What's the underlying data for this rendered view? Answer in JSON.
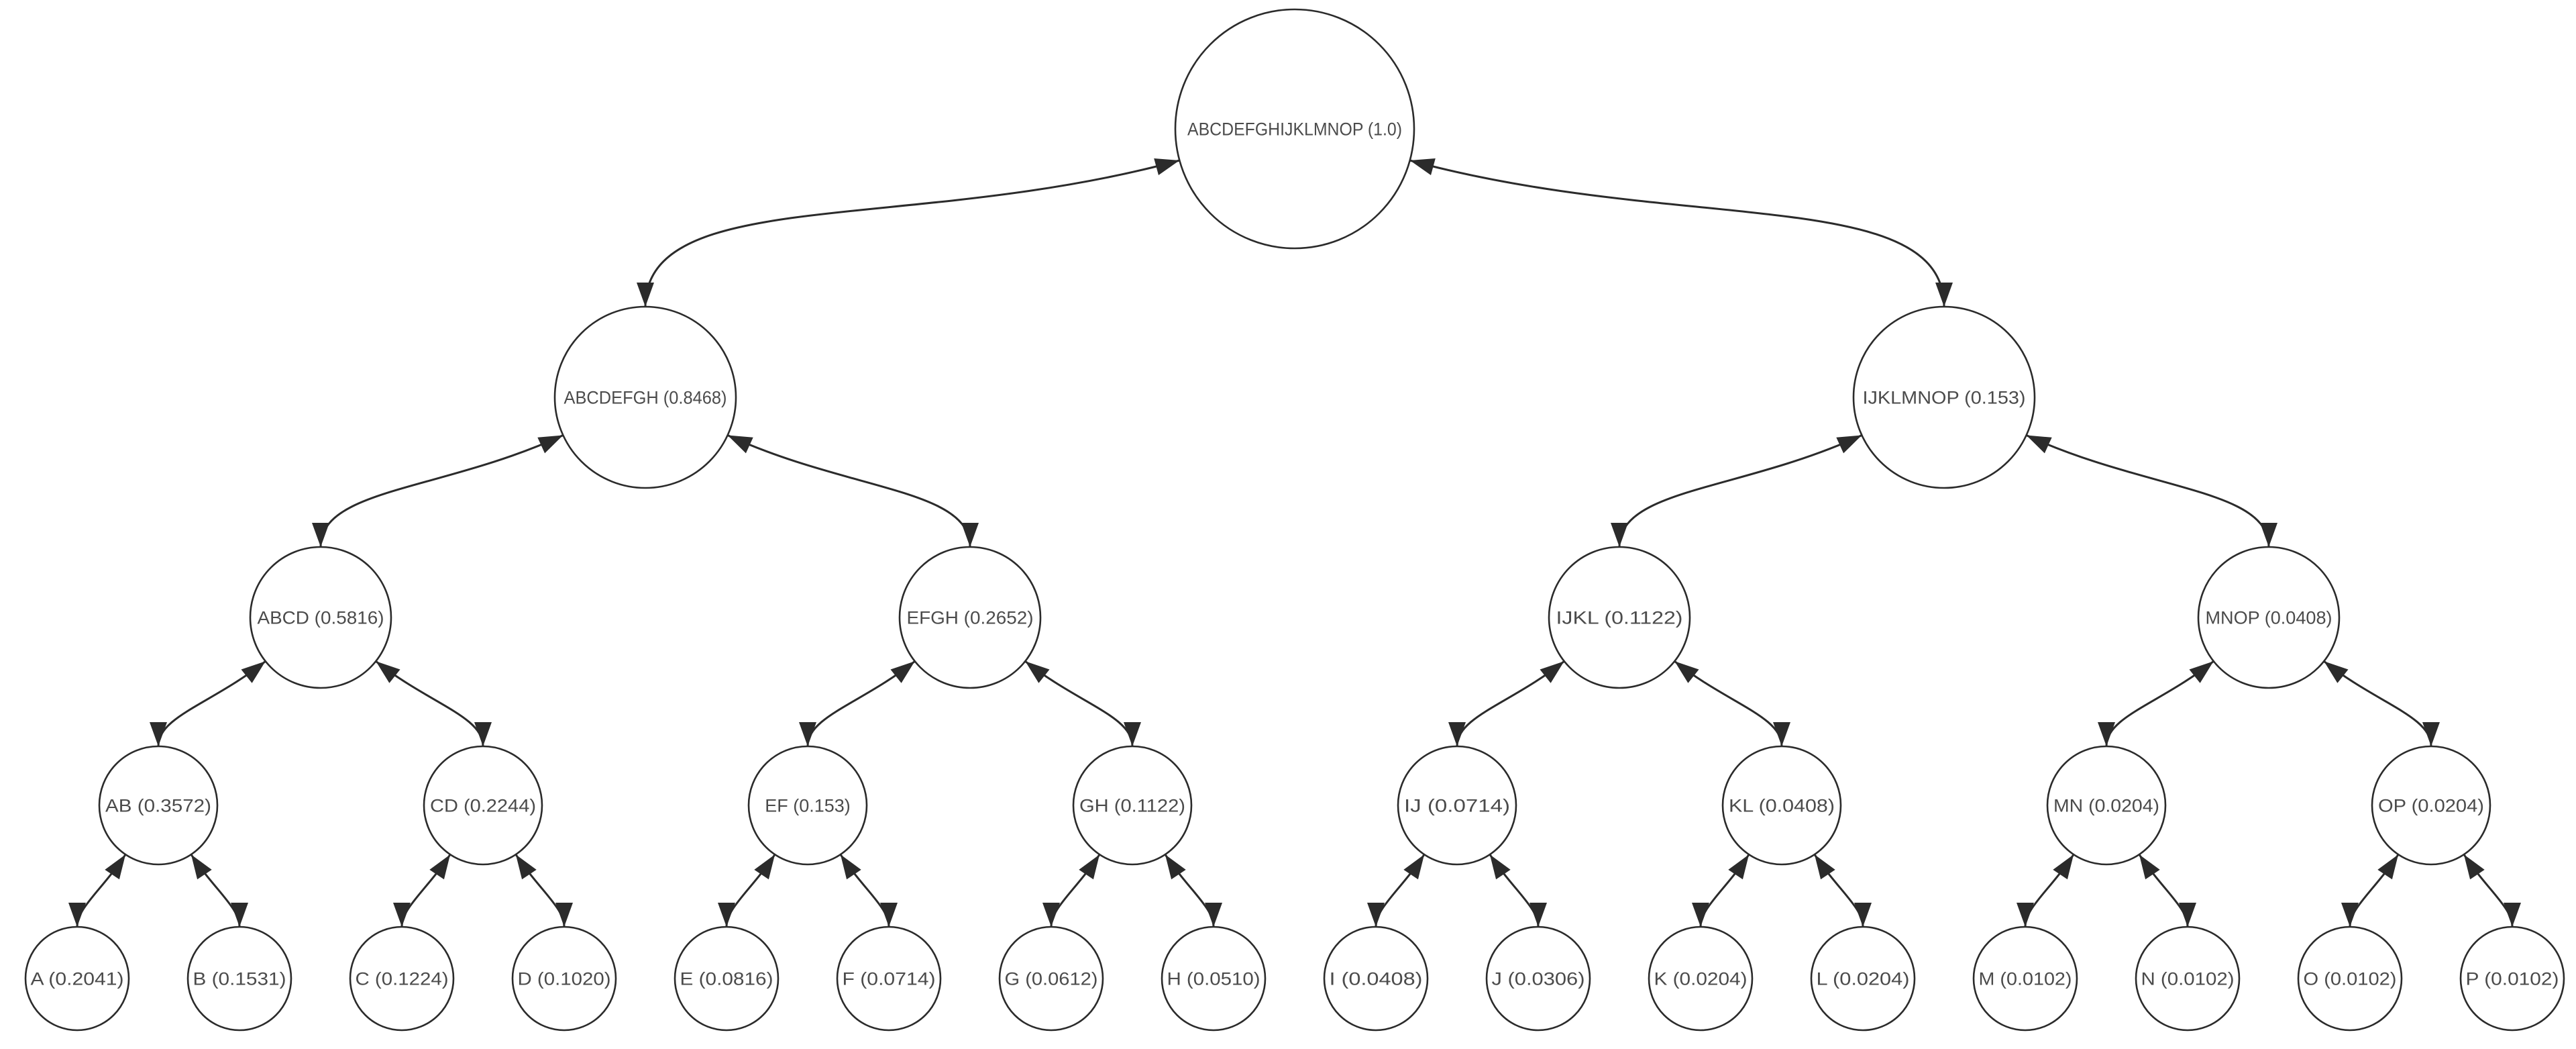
{
  "diagram": {
    "type": "binary-probability-tree",
    "background_color": "#ffffff",
    "node_fill": "#ffffff",
    "node_stroke_color": "#2b2b2b",
    "edge_color": "#2b2b2b",
    "label_color": "#4b4b4b",
    "edge_style": "curved spline with solid arrowheads at both ends pointing into the nodes",
    "root": {
      "name": "ABCDEFGHIJKLMNOP",
      "probability": "1.0",
      "label": "ABCDEFGHIJKLMNOP (1.0)",
      "children": [
        {
          "name": "ABCDEFGH",
          "probability": "0.8468",
          "label": "ABCDEFGH (0.8468)",
          "children": [
            {
              "name": "ABCD",
              "probability": "0.5816",
              "label": "ABCD (0.5816)",
              "children": [
                {
                  "name": "AB",
                  "probability": "0.3572",
                  "label": "AB (0.3572)",
                  "children": [
                    {
                      "name": "A",
                      "probability": "0.2041",
                      "label": "A (0.2041)"
                    },
                    {
                      "name": "B",
                      "probability": "0.1531",
                      "label": "B (0.1531)"
                    }
                  ]
                },
                {
                  "name": "CD",
                  "probability": "0.2244",
                  "label": "CD (0.2244)",
                  "children": [
                    {
                      "name": "C",
                      "probability": "0.1224",
                      "label": "C (0.1224)"
                    },
                    {
                      "name": "D",
                      "probability": "0.1020",
                      "label": "D (0.1020)"
                    }
                  ]
                }
              ]
            },
            {
              "name": "EFGH",
              "probability": "0.2652",
              "label": "EFGH (0.2652)",
              "children": [
                {
                  "name": "EF",
                  "probability": "0.153",
                  "label": "EF (0.153)",
                  "children": [
                    {
                      "name": "E",
                      "probability": "0.0816",
                      "label": "E (0.0816)"
                    },
                    {
                      "name": "F",
                      "probability": "0.0714",
                      "label": "F (0.0714)"
                    }
                  ]
                },
                {
                  "name": "GH",
                  "probability": "0.1122",
                  "label": "GH (0.1122)",
                  "children": [
                    {
                      "name": "G",
                      "probability": "0.0612",
                      "label": "G (0.0612)"
                    },
                    {
                      "name": "H",
                      "probability": "0.0510",
                      "label": "H (0.0510)"
                    }
                  ]
                }
              ]
            }
          ]
        },
        {
          "name": "IJKLMNOP",
          "probability": "0.153",
          "label": "IJKLMNOP (0.153)",
          "children": [
            {
              "name": "IJKL",
              "probability": "0.1122",
              "label": "IJKL (0.1122)",
              "children": [
                {
                  "name": "IJ",
                  "probability": "0.0714",
                  "label": "IJ (0.0714)",
                  "children": [
                    {
                      "name": "I",
                      "probability": "0.0408",
                      "label": "I (0.0408)"
                    },
                    {
                      "name": "J",
                      "probability": "0.0306",
                      "label": "J (0.0306)"
                    }
                  ]
                },
                {
                  "name": "KL",
                  "probability": "0.0408",
                  "label": "KL (0.0408)",
                  "children": [
                    {
                      "name": "K",
                      "probability": "0.0204",
                      "label": "K (0.0204)"
                    },
                    {
                      "name": "L",
                      "probability": "0.0204",
                      "label": "L (0.0204)"
                    }
                  ]
                }
              ]
            },
            {
              "name": "MNOP",
              "probability": "0.0408",
              "label": "MNOP (0.0408)",
              "children": [
                {
                  "name": "MN",
                  "probability": "0.0204",
                  "label": "MN (0.0204)",
                  "children": [
                    {
                      "name": "M",
                      "probability": "0.0102",
                      "label": "M (0.0102)"
                    },
                    {
                      "name": "N",
                      "probability": "0.0102",
                      "label": "N (0.0102)"
                    }
                  ]
                },
                {
                  "name": "OP",
                  "probability": "0.0204",
                  "label": "OP (0.0204)",
                  "children": [
                    {
                      "name": "O",
                      "probability": "0.0102",
                      "label": "O (0.0102)"
                    },
                    {
                      "name": "P",
                      "probability": "0.0102",
                      "label": "P (0.0102)"
                    }
                  ]
                }
              ]
            }
          ]
        }
      ]
    }
  }
}
